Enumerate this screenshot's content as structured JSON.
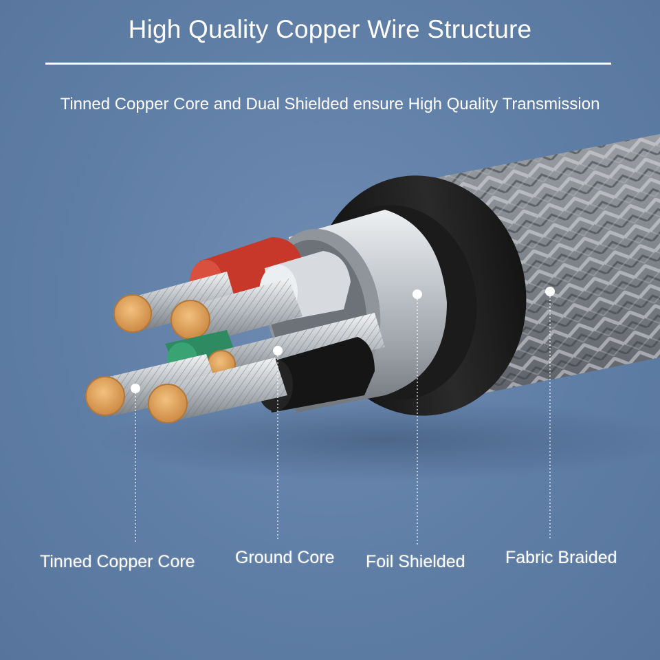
{
  "header": {
    "title": "High Quality Copper Wire Structure",
    "subtitle": "Tinned Copper Core and Dual Shielded ensure High Quality Transmission"
  },
  "callouts": [
    {
      "label": "Tinned Copper Core"
    },
    {
      "label": "Ground Core"
    },
    {
      "label": "Foil Shielded"
    },
    {
      "label": "Fabric Braided"
    }
  ],
  "colors": {
    "background": "#5f7ea6",
    "copper": "#e0a55e",
    "red_insulation": "#c7382a",
    "green_insulation": "#2e8a60",
    "foil": "#c9ced3",
    "jacket": "#1c1c1c",
    "braid": "#7b7f84"
  }
}
